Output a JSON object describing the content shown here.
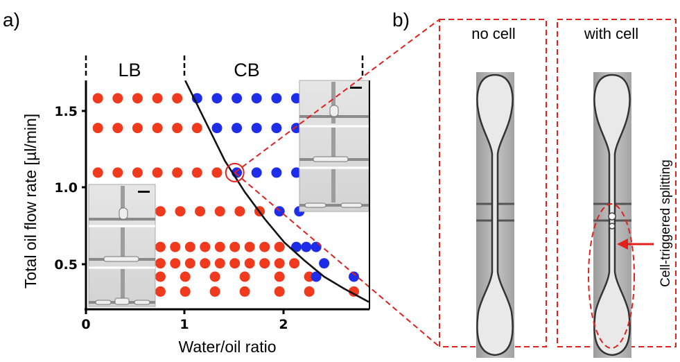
{
  "panel_labels": {
    "a": "a)",
    "b": "b)"
  },
  "regime_labels": {
    "left": "LB",
    "right": "CB"
  },
  "micrograph_titles": {
    "no_cell": "no cell",
    "with_cell": "with cell"
  },
  "annotation": "Cell-triggered splitting",
  "colors": {
    "lb": "#f03a1e",
    "cb": "#1e2ee8",
    "highlight": "#e0201c",
    "frame": "#e0201c",
    "curve": "#111111"
  },
  "chart_data": {
    "type": "scatter",
    "xlabel": "Water/oil ratio",
    "ylabel": "Total oil flow rate  [µl/min]",
    "xlim": [
      0,
      2.85
    ],
    "ylim": [
      0.19,
      1.72
    ],
    "xticks": [
      "0",
      "1",
      "2"
    ],
    "yticks": [
      "1.5",
      "1.0",
      "0.5"
    ],
    "regime_boundaries_x": [
      0,
      1.0,
      2.8
    ],
    "highlighted_point": {
      "x": 1.5,
      "y": 1.1
    },
    "boundary_curve": {
      "x": [
        1.0,
        1.2,
        1.4,
        1.6,
        1.8,
        2.0,
        2.2,
        2.4,
        2.6,
        2.85
      ],
      "y": [
        1.72,
        1.45,
        1.18,
        0.97,
        0.79,
        0.63,
        0.51,
        0.4,
        0.32,
        0.23
      ]
    },
    "series": [
      {
        "name": "LB",
        "color": "#f03a1e",
        "points": [
          [
            0.12,
            1.6
          ],
          [
            0.32,
            1.6
          ],
          [
            0.52,
            1.6
          ],
          [
            0.72,
            1.6
          ],
          [
            0.92,
            1.6
          ],
          [
            0.12,
            1.4
          ],
          [
            0.32,
            1.4
          ],
          [
            0.52,
            1.4
          ],
          [
            0.72,
            1.4
          ],
          [
            0.92,
            1.4
          ],
          [
            1.12,
            1.4
          ],
          [
            0.12,
            1.1
          ],
          [
            0.32,
            1.1
          ],
          [
            0.52,
            1.1
          ],
          [
            0.72,
            1.1
          ],
          [
            0.92,
            1.1
          ],
          [
            1.12,
            1.1
          ],
          [
            1.32,
            1.1
          ],
          [
            0.75,
            0.84
          ],
          [
            0.95,
            0.84
          ],
          [
            1.15,
            0.84
          ],
          [
            1.35,
            0.84
          ],
          [
            1.55,
            0.84
          ],
          [
            1.75,
            0.84
          ],
          [
            0.75,
            0.6
          ],
          [
            0.9,
            0.6
          ],
          [
            1.05,
            0.6
          ],
          [
            1.2,
            0.6
          ],
          [
            1.35,
            0.6
          ],
          [
            1.5,
            0.6
          ],
          [
            1.65,
            0.6
          ],
          [
            1.8,
            0.6
          ],
          [
            1.95,
            0.6
          ],
          [
            0.75,
            0.49
          ],
          [
            0.9,
            0.49
          ],
          [
            1.05,
            0.49
          ],
          [
            1.2,
            0.49
          ],
          [
            1.35,
            0.49
          ],
          [
            1.5,
            0.49
          ],
          [
            1.65,
            0.49
          ],
          [
            1.8,
            0.49
          ],
          [
            1.95,
            0.49
          ],
          [
            2.1,
            0.49
          ],
          [
            0.75,
            0.4
          ],
          [
            1.0,
            0.4
          ],
          [
            1.3,
            0.4
          ],
          [
            1.6,
            0.4
          ],
          [
            1.95,
            0.4
          ],
          [
            2.25,
            0.4
          ],
          [
            0.75,
            0.3
          ],
          [
            1.0,
            0.3
          ],
          [
            1.3,
            0.3
          ],
          [
            1.6,
            0.3
          ],
          [
            1.95,
            0.3
          ],
          [
            2.25,
            0.3
          ],
          [
            2.7,
            0.3
          ]
        ]
      },
      {
        "name": "CB",
        "color": "#1e2ee8",
        "points": [
          [
            1.12,
            1.6
          ],
          [
            1.32,
            1.6
          ],
          [
            1.52,
            1.6
          ],
          [
            1.72,
            1.6
          ],
          [
            1.92,
            1.6
          ],
          [
            2.12,
            1.6
          ],
          [
            1.32,
            1.4
          ],
          [
            1.52,
            1.4
          ],
          [
            1.72,
            1.4
          ],
          [
            1.92,
            1.4
          ],
          [
            2.12,
            1.4
          ],
          [
            1.52,
            1.1
          ],
          [
            1.72,
            1.1
          ],
          [
            1.92,
            1.1
          ],
          [
            2.12,
            1.1
          ],
          [
            1.95,
            0.84
          ],
          [
            2.15,
            0.84
          ],
          [
            2.12,
            0.6
          ],
          [
            2.22,
            0.6
          ],
          [
            2.32,
            0.6
          ],
          [
            2.4,
            0.49
          ],
          [
            2.32,
            0.4
          ],
          [
            2.7,
            0.4
          ]
        ]
      }
    ]
  }
}
